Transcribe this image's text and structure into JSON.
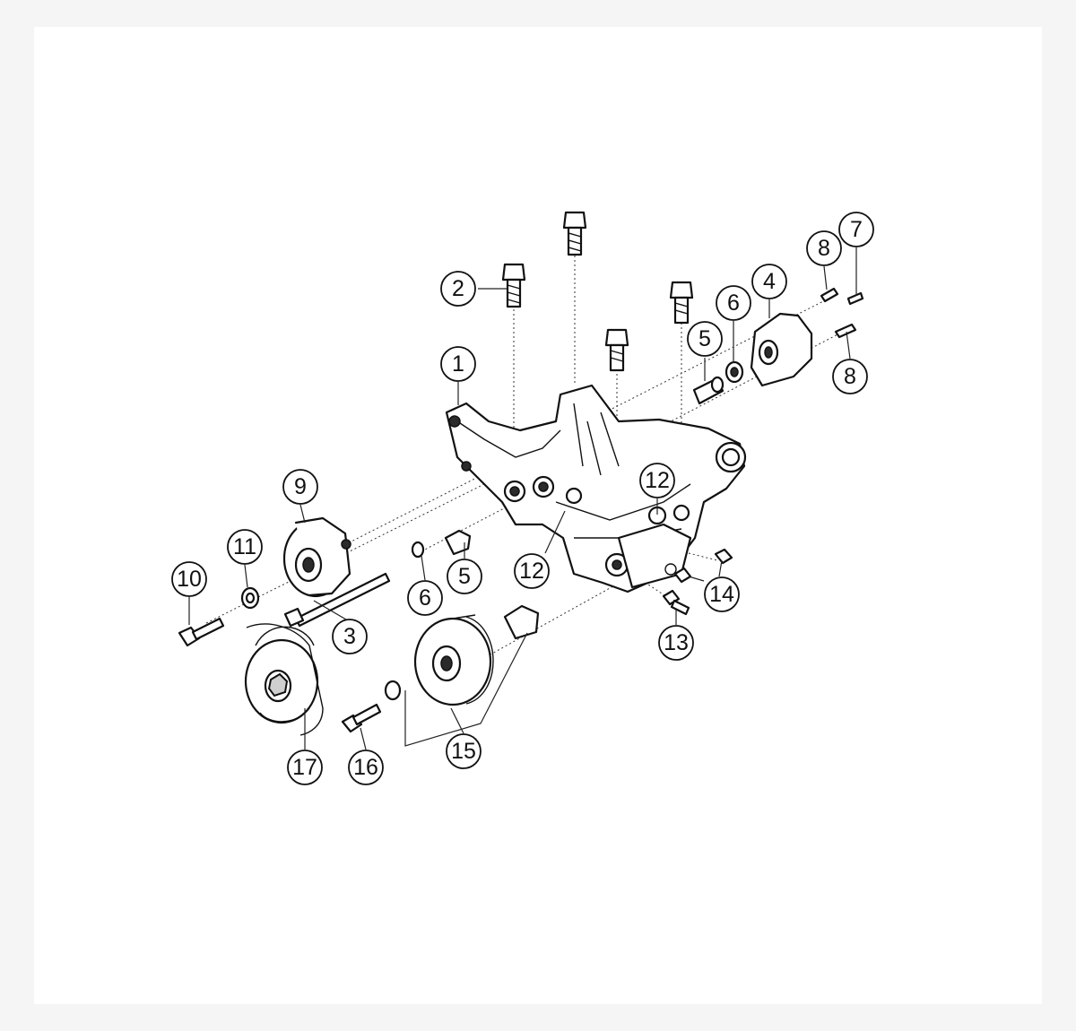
{
  "figure": {
    "callouts": [
      {
        "id": "c1",
        "label": "1"
      },
      {
        "id": "c2",
        "label": "2"
      },
      {
        "id": "c3",
        "label": "3"
      },
      {
        "id": "c4",
        "label": "4"
      },
      {
        "id": "c5a",
        "label": "5"
      },
      {
        "id": "c5b",
        "label": "5"
      },
      {
        "id": "c6a",
        "label": "6"
      },
      {
        "id": "c6b",
        "label": "6"
      },
      {
        "id": "c7",
        "label": "7"
      },
      {
        "id": "c8a",
        "label": "8"
      },
      {
        "id": "c8b",
        "label": "8"
      },
      {
        "id": "c9",
        "label": "9"
      },
      {
        "id": "c10",
        "label": "10"
      },
      {
        "id": "c11",
        "label": "11"
      },
      {
        "id": "c12a",
        "label": "12"
      },
      {
        "id": "c12b",
        "label": "12"
      },
      {
        "id": "c13",
        "label": "13"
      },
      {
        "id": "c14",
        "label": "14"
      },
      {
        "id": "c15",
        "label": "15"
      },
      {
        "id": "c16",
        "label": "16"
      },
      {
        "id": "c17",
        "label": "17"
      }
    ]
  }
}
